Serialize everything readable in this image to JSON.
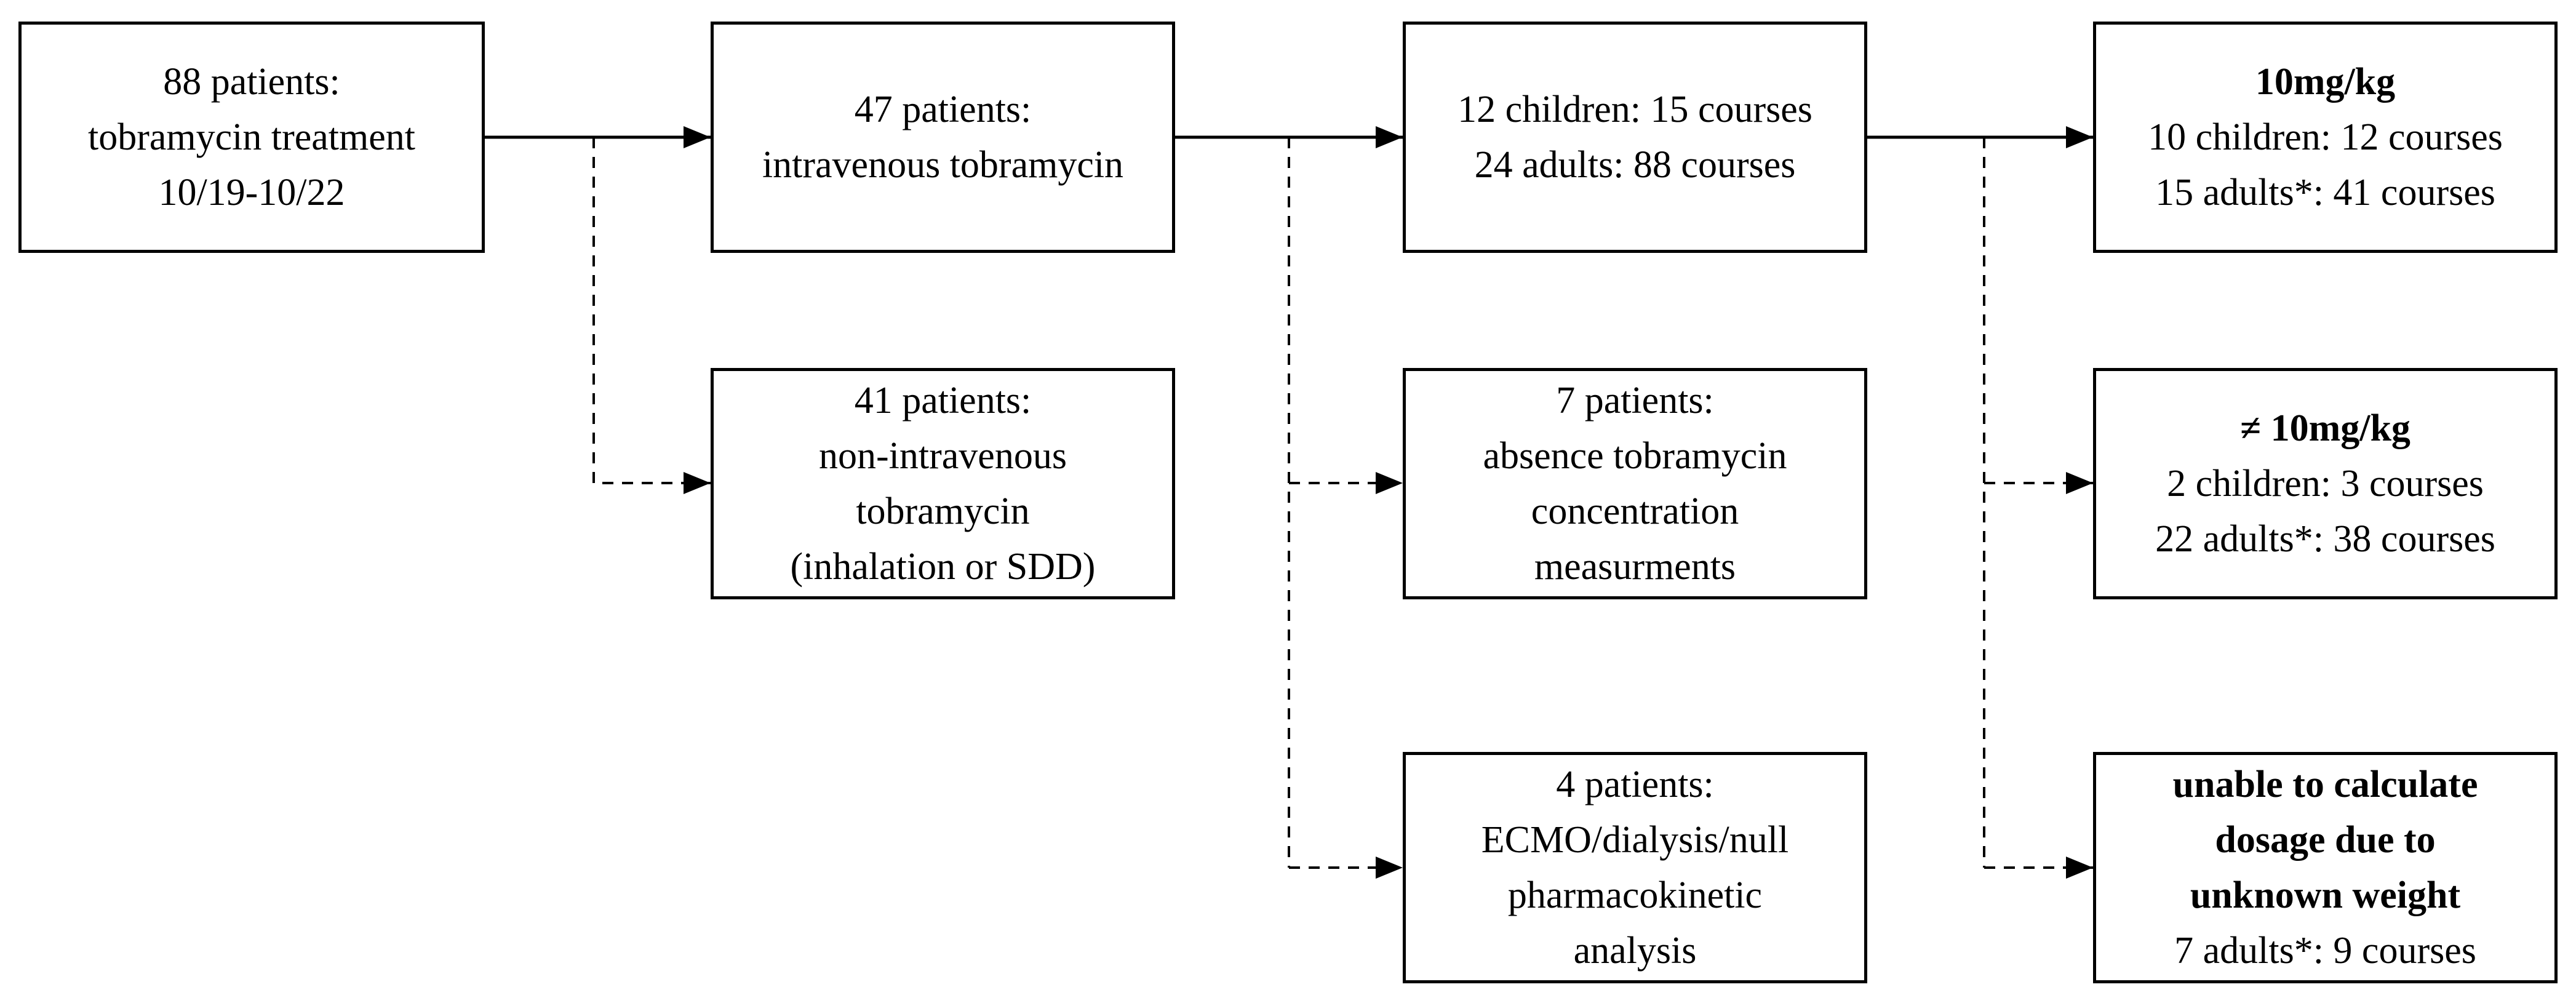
{
  "colors": {
    "line": "#000000",
    "box_border": "#000000",
    "box_fill": "#ffffff",
    "text": "#000000",
    "background": "#ffffff"
  },
  "boxes": {
    "start": {
      "lines": [
        "88 patients:",
        "tobramycin treatment",
        "10/19-10/22"
      ]
    },
    "iv": {
      "lines": [
        "47 patients:",
        "intravenous tobramycin"
      ]
    },
    "non_iv": {
      "lines": [
        "41 patients:",
        "non-intravenous",
        "tobramycin",
        "(inhalation or SDD)"
      ]
    },
    "included": {
      "lines": [
        "12 children: 15 courses",
        "24 adults: 88 courses"
      ]
    },
    "absence": {
      "lines": [
        "7 patients:",
        "absence tobramycin",
        "concentration",
        "measurments"
      ]
    },
    "ecmo": {
      "lines": [
        "4 patients:",
        "ECMO/dialysis/null",
        "pharmacokinetic",
        "analysis"
      ]
    },
    "dose_10": {
      "heading": "10mg/kg",
      "lines": [
        "10 children: 12 courses",
        "15 adults*: 41 courses"
      ]
    },
    "dose_other": {
      "heading": "≠ 10mg/kg",
      "lines": [
        "2 children: 3 courses",
        "22 adults*: 38 courses"
      ]
    },
    "unknown_weight": {
      "heading_lines": [
        "unable to calculate",
        "dosage due to",
        "unknown weight"
      ],
      "lines": [
        "7 adults*: 9 courses"
      ]
    }
  }
}
